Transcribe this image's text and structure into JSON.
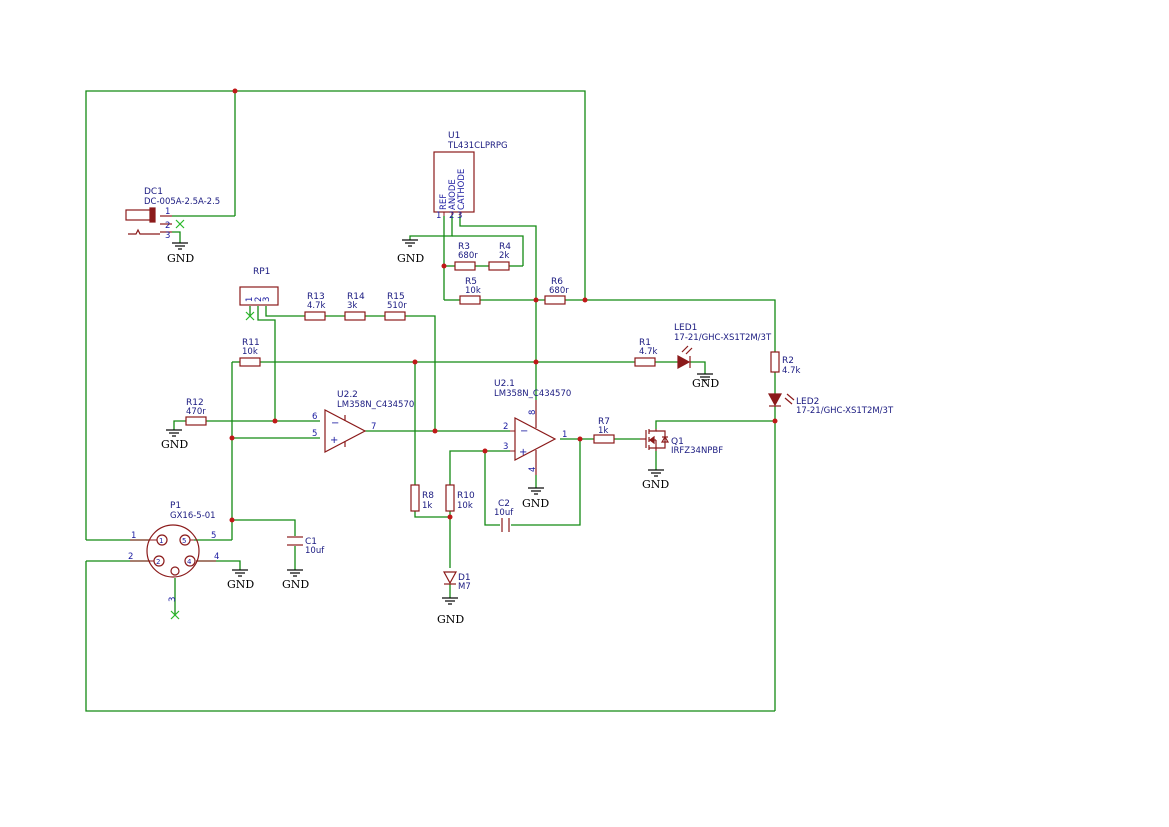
{
  "schematic": {
    "dc1": {
      "ref": "DC1",
      "value": "DC-005A-2.5A-2.5",
      "pins": [
        "1",
        "2",
        "3"
      ]
    },
    "rp1": {
      "ref": "RP1",
      "pins": [
        "1",
        "2",
        "3"
      ]
    },
    "u1": {
      "ref": "U1",
      "value": "TL431CLPRPG",
      "pin_names": [
        "REF",
        "ANODE",
        "CATHODE"
      ],
      "pins": [
        "1",
        "2",
        "3"
      ]
    },
    "u22": {
      "ref": "U2.2",
      "value": "LM358N_C434570",
      "pins": [
        "6",
        "5",
        "7"
      ]
    },
    "u21": {
      "ref": "U2.1",
      "value": "LM358N_C434570",
      "pins": [
        "2",
        "3",
        "1",
        "8",
        "4"
      ]
    },
    "q1": {
      "ref": "Q1",
      "value": "IRFZ34NPBF"
    },
    "p1": {
      "ref": "P1",
      "value": "GX16-5-01",
      "pins": [
        "1",
        "2",
        "3",
        "4",
        "5"
      ]
    },
    "r1": {
      "ref": "R1",
      "value": "4.7k"
    },
    "r2": {
      "ref": "R2",
      "value": "4.7k"
    },
    "r3": {
      "ref": "R3",
      "value": "680r"
    },
    "r4": {
      "ref": "R4",
      "value": "2k"
    },
    "r5": {
      "ref": "R5",
      "value": "10k"
    },
    "r6": {
      "ref": "R6",
      "value": "680r"
    },
    "r7": {
      "ref": "R7",
      "value": "1k"
    },
    "r8": {
      "ref": "R8",
      "value": "1k"
    },
    "r10": {
      "ref": "R10",
      "value": "10k"
    },
    "r11": {
      "ref": "R11",
      "value": "10k"
    },
    "r12": {
      "ref": "R12",
      "value": "470r"
    },
    "r13": {
      "ref": "R13",
      "value": "4.7k"
    },
    "r14": {
      "ref": "R14",
      "value": "3k"
    },
    "r15": {
      "ref": "R15",
      "value": "510r"
    },
    "c1": {
      "ref": "C1",
      "value": "10uf"
    },
    "c2": {
      "ref": "C2",
      "value": "10uf"
    },
    "d1": {
      "ref": "D1",
      "value": "M7"
    },
    "led1": {
      "ref": "LED1",
      "value": "17-21/GHC-XS1T2M/3T"
    },
    "led2": {
      "ref": "LED2",
      "value": "17-21/GHC-XS1T2M/3T"
    },
    "gnd_label": "GND"
  }
}
